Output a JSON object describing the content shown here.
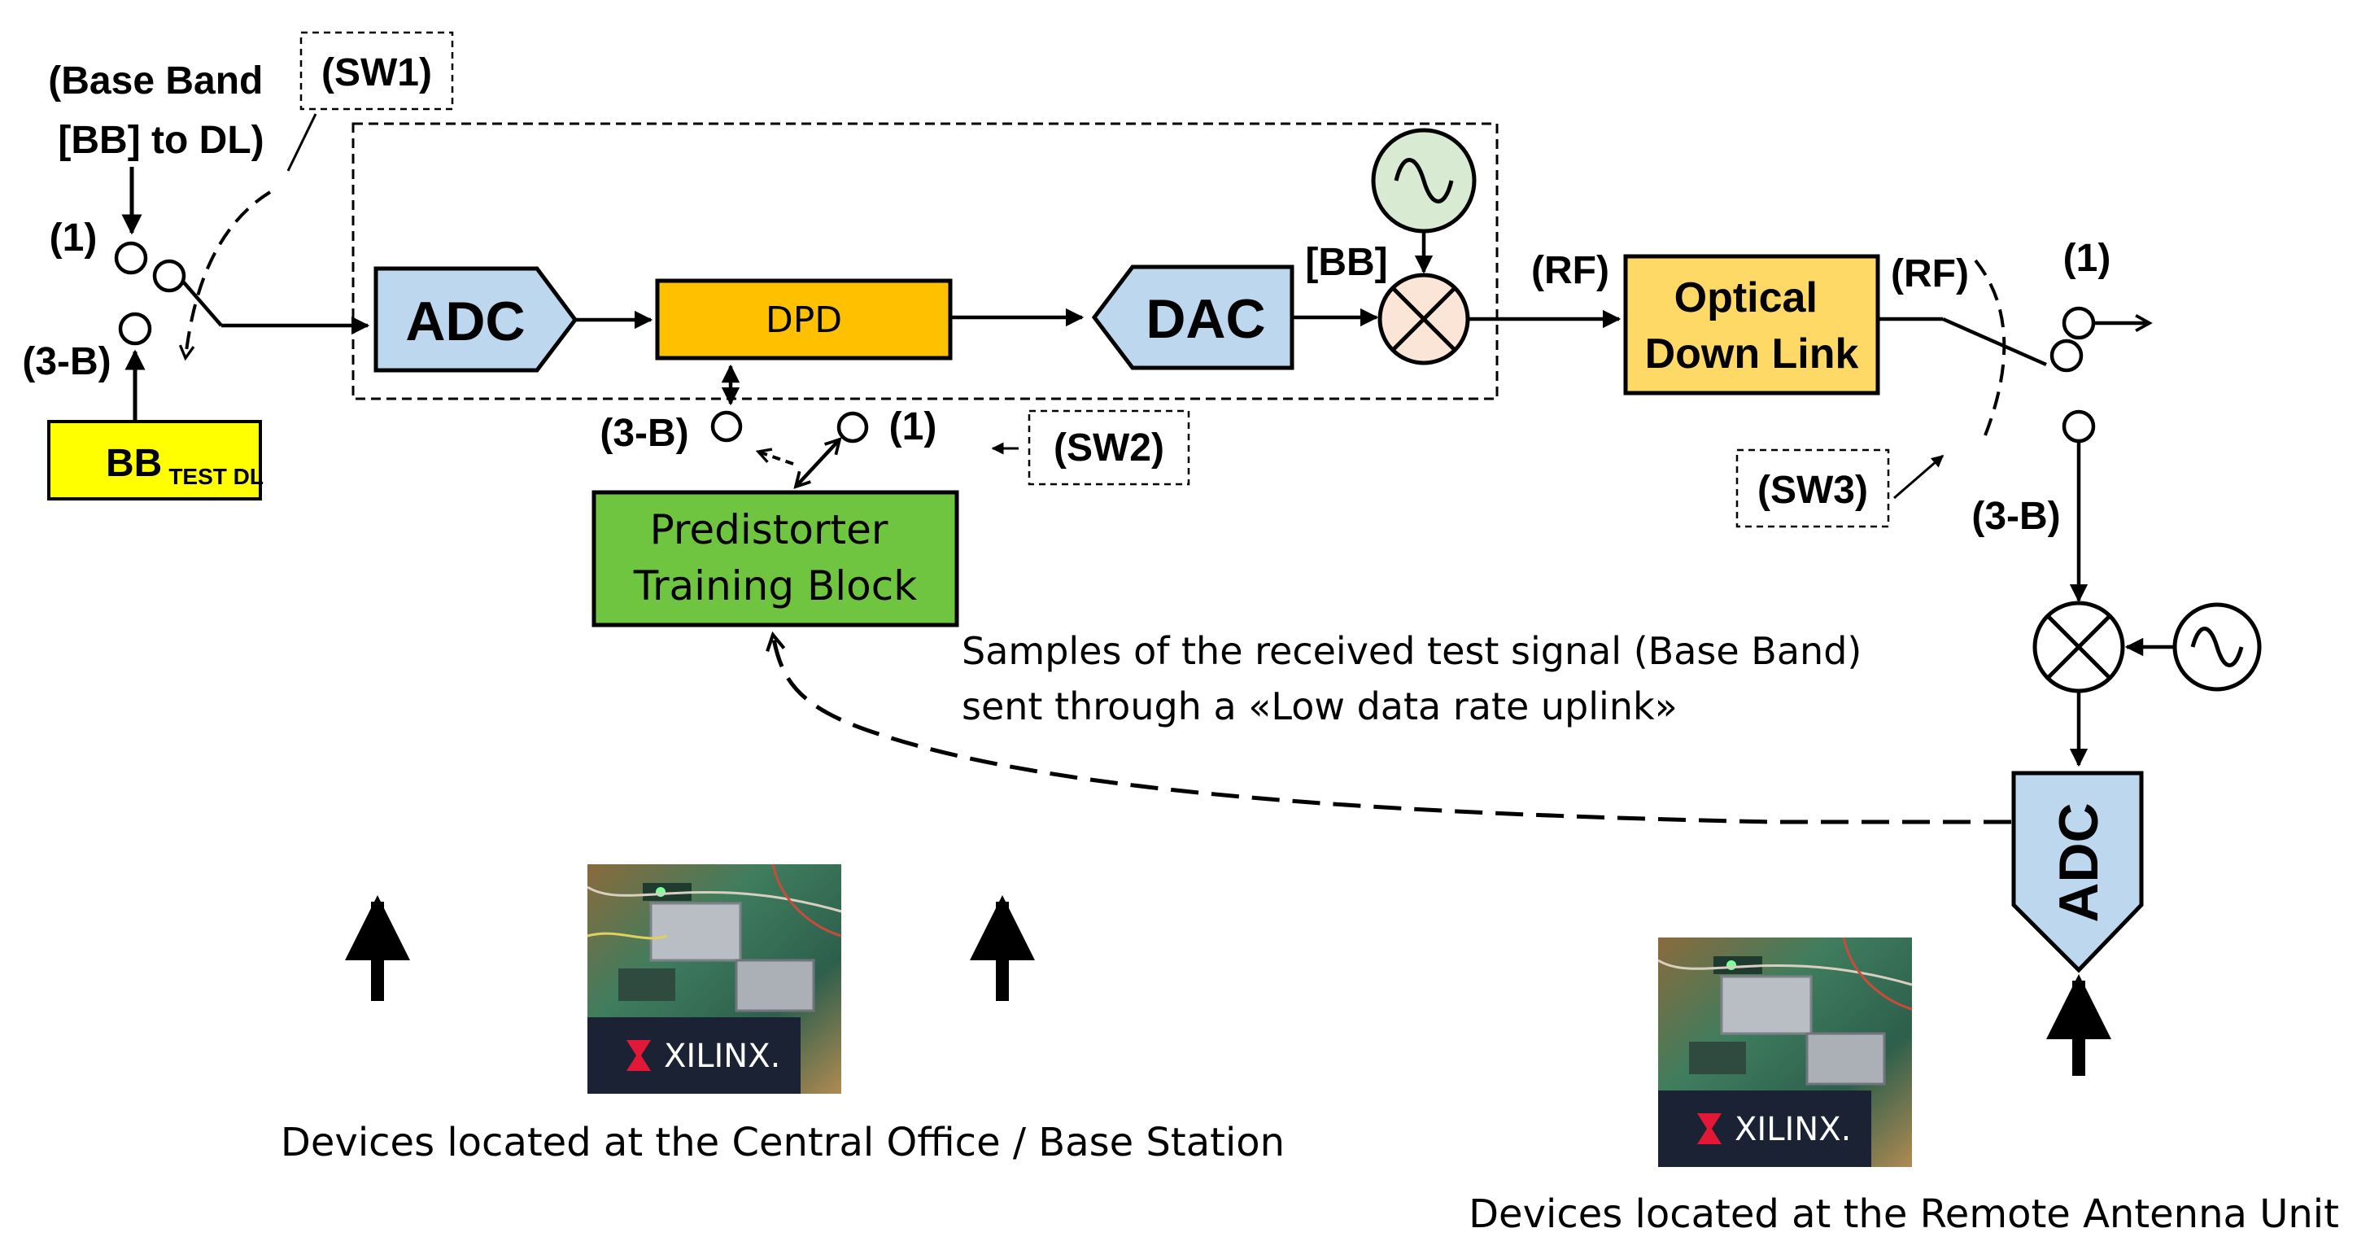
{
  "labels": {
    "bb_source": [
      "(Base Band",
      "[BB] to DL)"
    ],
    "sw1": "(SW1)",
    "sw2": "(SW2)",
    "sw3": "(SW3)",
    "pos1_left": "(1)",
    "pos3b_left": "(3-B)",
    "pos1_mid": "(1)",
    "pos3b_mid": "(3-B)",
    "pos1_right": "(1)",
    "pos3b_right": "(3-B)",
    "bb_tag": "[BB]",
    "rf_in": "(RF)",
    "rf_out": "(RF)"
  },
  "blocks": {
    "bb_test": {
      "main": "BB",
      "sub": "TEST DL"
    },
    "adc": "ADC",
    "dpd": "DPD",
    "dac": "DAC",
    "optical": [
      "Optical",
      "Down Link"
    ],
    "trainer": [
      "Predistorter",
      "Training Block"
    ],
    "adc_remote": "ADC"
  },
  "annotation": [
    "Samples of the received test signal (Base Band)",
    "sent through a «Low data rate uplink»"
  ],
  "photos": {
    "logo": "XILINX."
  },
  "captions": {
    "central": "Devices located at the Central Office / Base Station",
    "remote": "Devices located at the Remote Antenna Unit"
  },
  "colors": {
    "adc_dac": "#bdd7ee",
    "dpd": "#ffc000",
    "optical": "#ffd966",
    "trainer": "#70c540",
    "bb_test": "#ffff00",
    "oscillator_local": "#d9ead3",
    "mixer_local": "#fbe5d6",
    "photo_banner": "#1a2233",
    "xilinx_red": "#e31837"
  }
}
